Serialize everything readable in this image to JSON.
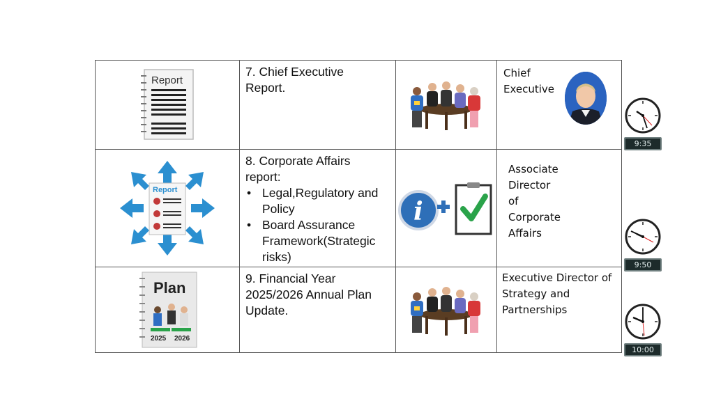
{
  "agenda": {
    "items": [
      {
        "title_lines": [
          "7. Chief Executive",
          "Report."
        ],
        "bullets": [],
        "owner_lines": [
          "Chief",
          "Executive"
        ],
        "time": "9:35"
      },
      {
        "title_lines": [
          "8. Corporate Affairs",
          "report:"
        ],
        "bullets": [
          "Legal,Regulatory and Policy",
          "Board Assurance Framework(Strategic risks)"
        ],
        "owner_lines": [
          "Associate",
          "Director",
          "of",
          "Corporate",
          "Affairs"
        ],
        "time": "9:50"
      },
      {
        "title_lines": [
          "9. Financial Year",
          "2025/2026 Annual Plan",
          "Update."
        ],
        "bullets": [],
        "owner_lines": [
          "Executive Director of",
          "Strategy and",
          "Partnerships"
        ],
        "time": "10:00"
      }
    ],
    "icon_labels": {
      "report_doc": "Report",
      "report_arrows": "Report",
      "plan_doc": "Plan",
      "plan_year_1": "2025",
      "plan_year_2": "2026"
    }
  }
}
